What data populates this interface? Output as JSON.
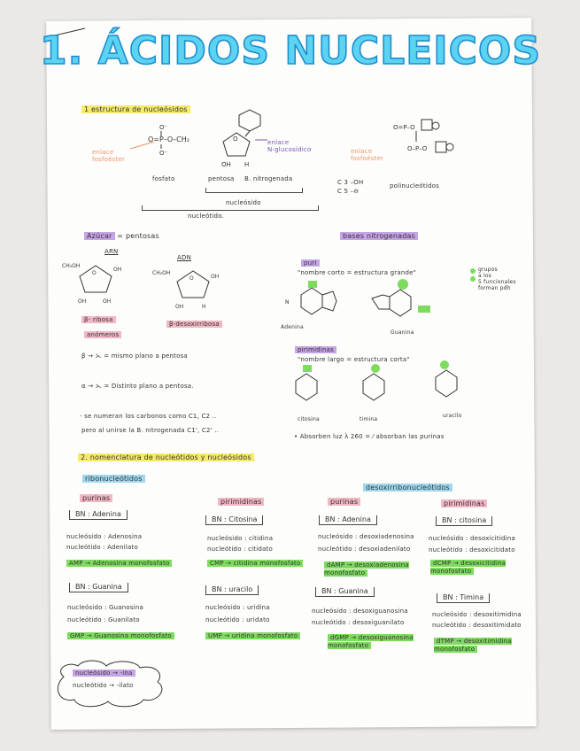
{
  "title": {
    "num": "1.",
    "text": "ÁCIDOS NUCLEICOS"
  },
  "s1": {
    "heading": "1  estructura de nucleósidos",
    "enlace_ester": "enlace\nfosfoéster",
    "enlace_n": "enlace\nN-glucosídico",
    "enlace_ester2": "enlace\nfosfoéster",
    "fosfato": "fosfato",
    "pentosa": "pentosa",
    "b_nitrogenada": "B. nitrogenada",
    "c3": "C 3 –OH",
    "c5": "C 5 –⊖",
    "polinucleotidos": "polinucleótidos",
    "nucleosido": "nucleósido",
    "nucleotido": "nucleótido."
  },
  "s2": {
    "azucar": "Azúcar",
    "pentosas": "= pentosas",
    "arn": "ARN",
    "adn": "ADN",
    "ribosa": "β- ribosa",
    "desoxirribosa": "β-desoxirribosa",
    "anomeros": "anómeros",
    "beta_line": "β → ⋋ = mismo plano a pentosa",
    "alfa_line": "α → ⋋ = Distinto plano a pentosa.",
    "note1": "- se numeran los carbonos como C1, C2 ..",
    "note2": "pero al unirse la B. nitrogenada  C1', C2' ..",
    "bases": "bases nitrogenadas",
    "puri": "puri",
    "puri_quote": "\"nombre corto = estructura grande\"",
    "adenina": "Adenina",
    "guanina": "Guanina",
    "grupos": "grupos\na los\n5 funcionales\nforman pdh",
    "pirimidinas": "pirimidinas",
    "pirimidinas_quote": "\"nombre largo = estructura corta\"",
    "citosina": "citosina",
    "timina": "timina",
    "uracilo": "uracilo",
    "absorb": "• Absorben luz λ 260 = ⁄ absorban las purinas"
  },
  "s3": {
    "heading": "2. nomenclatura de nucleótidos y nucleósidos",
    "ribonucleotidos": "ribonucleótidos",
    "desoxirribo": "desoxirribonucleótidos",
    "purinas1": "purinas",
    "pirimidinas1": "pirimidinas",
    "purinas2": "purinas",
    "pirimidinas2": "pirimidinas",
    "adenina": {
      "box": "BN : Adenina",
      "s": "nucleósido : Adenosina",
      "t": "nucleótido : Adenilato",
      "m": "AMP → Adenosina monofosfato"
    },
    "citosina": {
      "box": "BN : Citosina",
      "s": "nucleósido : citidina",
      "t": "nucleótido : citidato",
      "m": "CMP → citidina monofosfato"
    },
    "dadenina": {
      "box": "BN : Adenina",
      "s": "nucleósido : desoxiadenosina",
      "t": "nucleótido : desoxiadenilato",
      "m": "dAMP → desoxiadenosina monofosfato"
    },
    "dcitosina": {
      "box": "BN : citosina",
      "s": "nucleósido : desoxicitidina",
      "t": "nucleótido : desoxicitidato",
      "m": "dCMP → desoxicitidina monofosfato"
    },
    "guanina": {
      "box": "BN : Guanina",
      "s": "nucleósido : Guanosina",
      "t": "nucleótido : Guanilato",
      "m": "GMP → Guanosina monofosfato"
    },
    "uracilo": {
      "box": "BN : uracilo",
      "s": "nucleósido : uridina",
      "t": "nucleótido : uridato",
      "m": "UMP → uridina monofosfato"
    },
    "dguanina": {
      "box": "BN : Guanina",
      "s": "nucleósido : desoxiguanosina",
      "t": "nucleótido : desoxiguanilato",
      "m": "dGMP → desoxiguanosina monofosfato"
    },
    "timina": {
      "box": "BN : Timina",
      "s": "nucleósido : desoxitimidina",
      "t": "nucleótido : desoxitimidato",
      "m": "dTMP → desoxitimidina monofosfato"
    },
    "rule1": "nucleósido → -ina",
    "rule2": "nucleótido → -ilato"
  }
}
